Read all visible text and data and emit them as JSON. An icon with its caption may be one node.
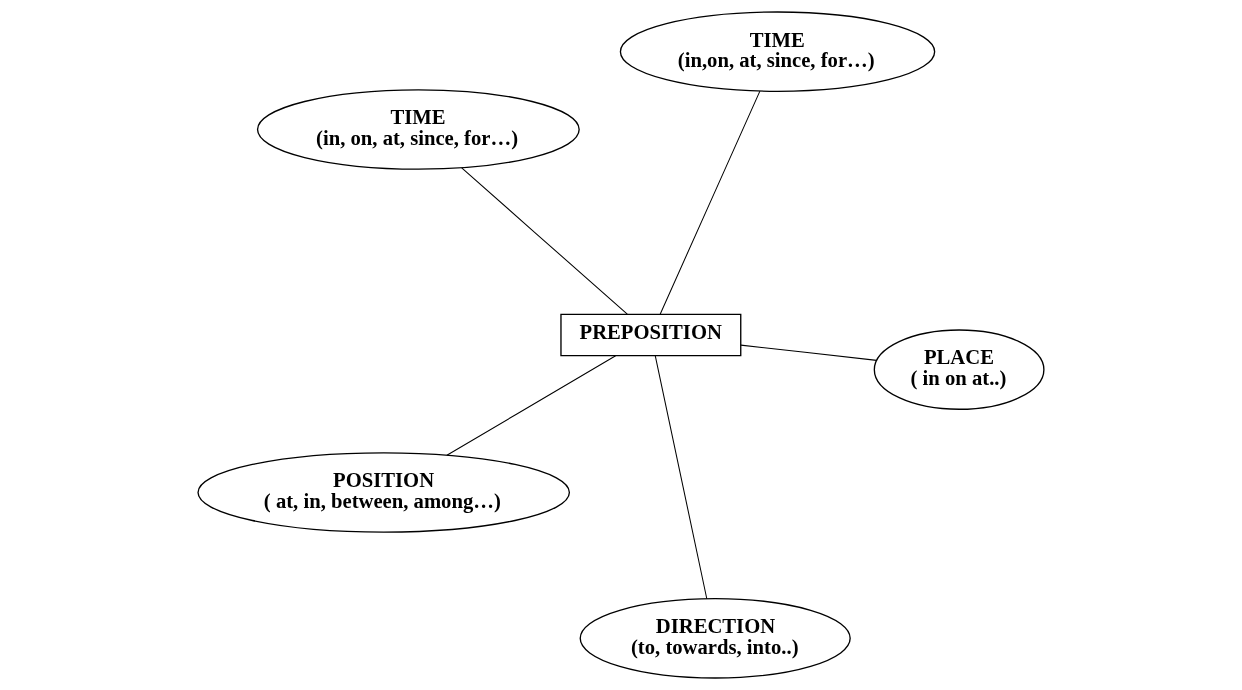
{
  "diagram": {
    "nodes": [
      {
        "text": [
          "TIME",
          "(in, on, at, since, for…)"
        ]
      },
      {
        "text": [
          "PLACE",
          "( in on at..)"
        ]
      },
      {
        "text": [
          "DIRECTION",
          "(to, towards, into..)"
        ]
      },
      {
        "text": [
          "PREPOSITION"
        ]
      },
      {
        "text": [
          "TIME",
          "(in,on, at, since, for…)"
        ]
      },
      {
        "text": [
          "POSITION",
          "( at, in, between, among…)"
        ]
      }
    ],
    "edges": [
      {
        "from": 3,
        "to": 0,
        "arrow": "none"
      },
      {
        "from": 3,
        "to": 1,
        "arrow": "none"
      },
      {
        "from": 3,
        "to": 2,
        "arrow": "none"
      },
      {
        "from": 3,
        "to": 4,
        "arrow": "none"
      },
      {
        "from": 3,
        "to": 5,
        "arrow": "none"
      }
    ]
  }
}
